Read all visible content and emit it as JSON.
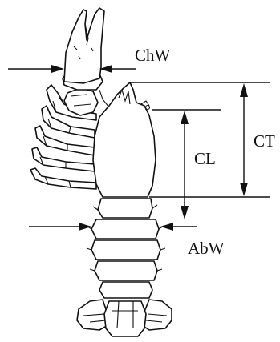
{
  "labels": {
    "chw": "ChW",
    "cl": "CL",
    "ct": "CT",
    "abw": "AbW"
  },
  "colors": {
    "ink": "#111111",
    "background": "#ffffff"
  }
}
